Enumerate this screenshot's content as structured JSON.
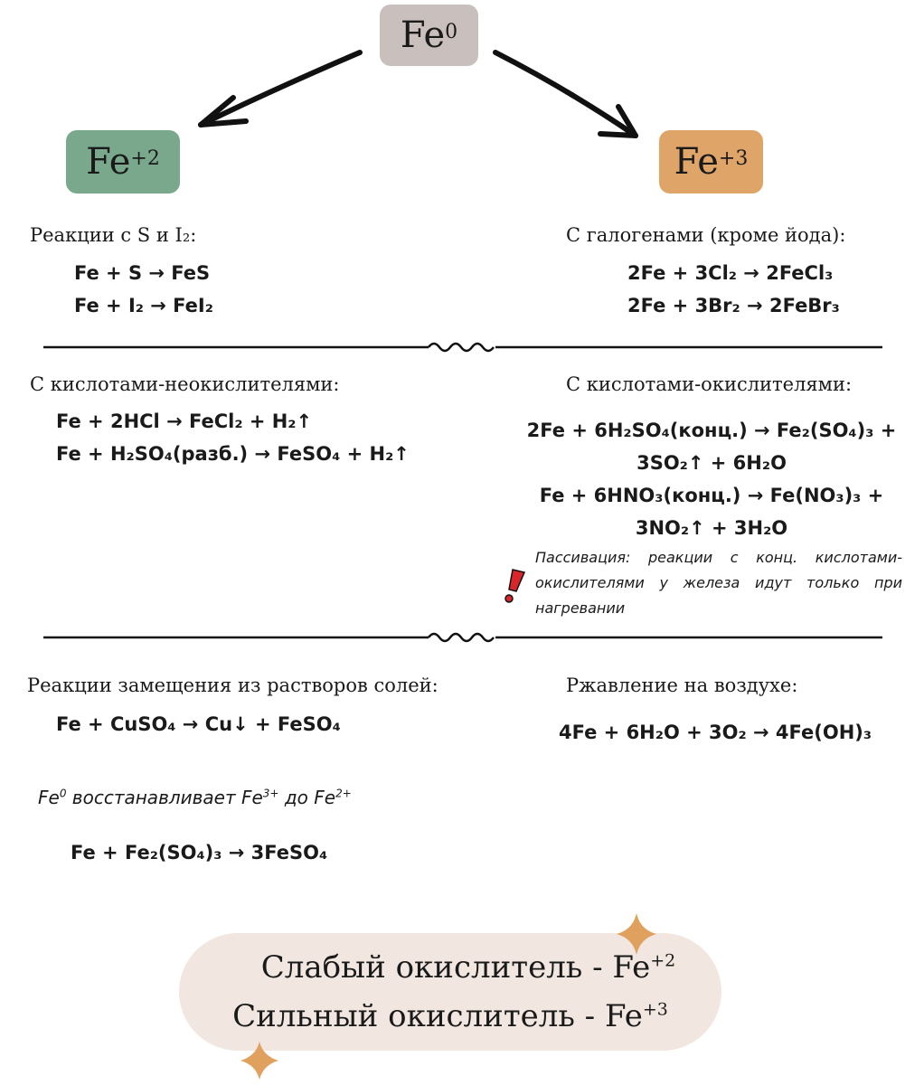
{
  "top": {
    "symbol": "Fe",
    "charge": "0",
    "color": "#c9bfbd"
  },
  "left_box": {
    "symbol": "Fe",
    "charge": "+2",
    "color": "#7aa88d"
  },
  "right_box": {
    "symbol": "Fe",
    "charge": "+3",
    "color": "#dea468"
  },
  "sections": {
    "s1_left": {
      "title": "Реакции с S и I₂:",
      "eqs": [
        "Fe + S → FeS",
        "Fe + I₂ → FeI₂"
      ]
    },
    "s1_right": {
      "title": "С галогенами (кроме йода):",
      "eqs": [
        "2Fe + 3Cl₂ → 2FeCl₃",
        "2Fe + 3Br₂ → 2FeBr₃"
      ]
    },
    "s2_left": {
      "title": "С кислотами-неокислителями:",
      "eqs": [
        "Fe + 2HCl → FeCl₂  + H₂↑",
        "Fe + H₂SO₄(разб.) → FeSO₄  + H₂↑"
      ]
    },
    "s2_right": {
      "title": "С кислотами-окислителями:",
      "eqs": [
        "2Fe + 6H₂SO₄(конц.) → Fe₂(SO₄)₃ +",
        "3SO₂↑ + 6H₂O",
        "Fe + 6HNO₃(конц.) → Fe(NO₃)₃ +",
        "3NO₂↑ + 3H₂O"
      ],
      "note": "Пассивация: реакции с конц. кислотами-окислителями у железа идут только при нагревании"
    },
    "s3_left": {
      "title": "Реакции замещения из растворов солей:",
      "eqs": [
        "Fe + CuSO₄ → Cu↓ + FeSO₄"
      ],
      "note_parts": [
        "Fe",
        "0",
        " восстанавливает Fe",
        "3+",
        " до Fe",
        "2+"
      ],
      "eq2": "Fe + Fe₂(SO₄)₃ → 3FeSO₄"
    },
    "s3_right": {
      "title": "Ржавление на воздухе:",
      "eqs": [
        "4Fe + 6H₂O + 3O₂ → 4Fe(OH)₃"
      ]
    }
  },
  "summary": {
    "line1": "Слабый окислитель - Fe",
    "line1_charge": "+2",
    "line2": "Сильный окислитель - Fe",
    "line2_charge": "+3",
    "bg": "#f1e6e0"
  },
  "colors": {
    "warning": "#d9262b",
    "sparkle": "#e0a15e"
  }
}
